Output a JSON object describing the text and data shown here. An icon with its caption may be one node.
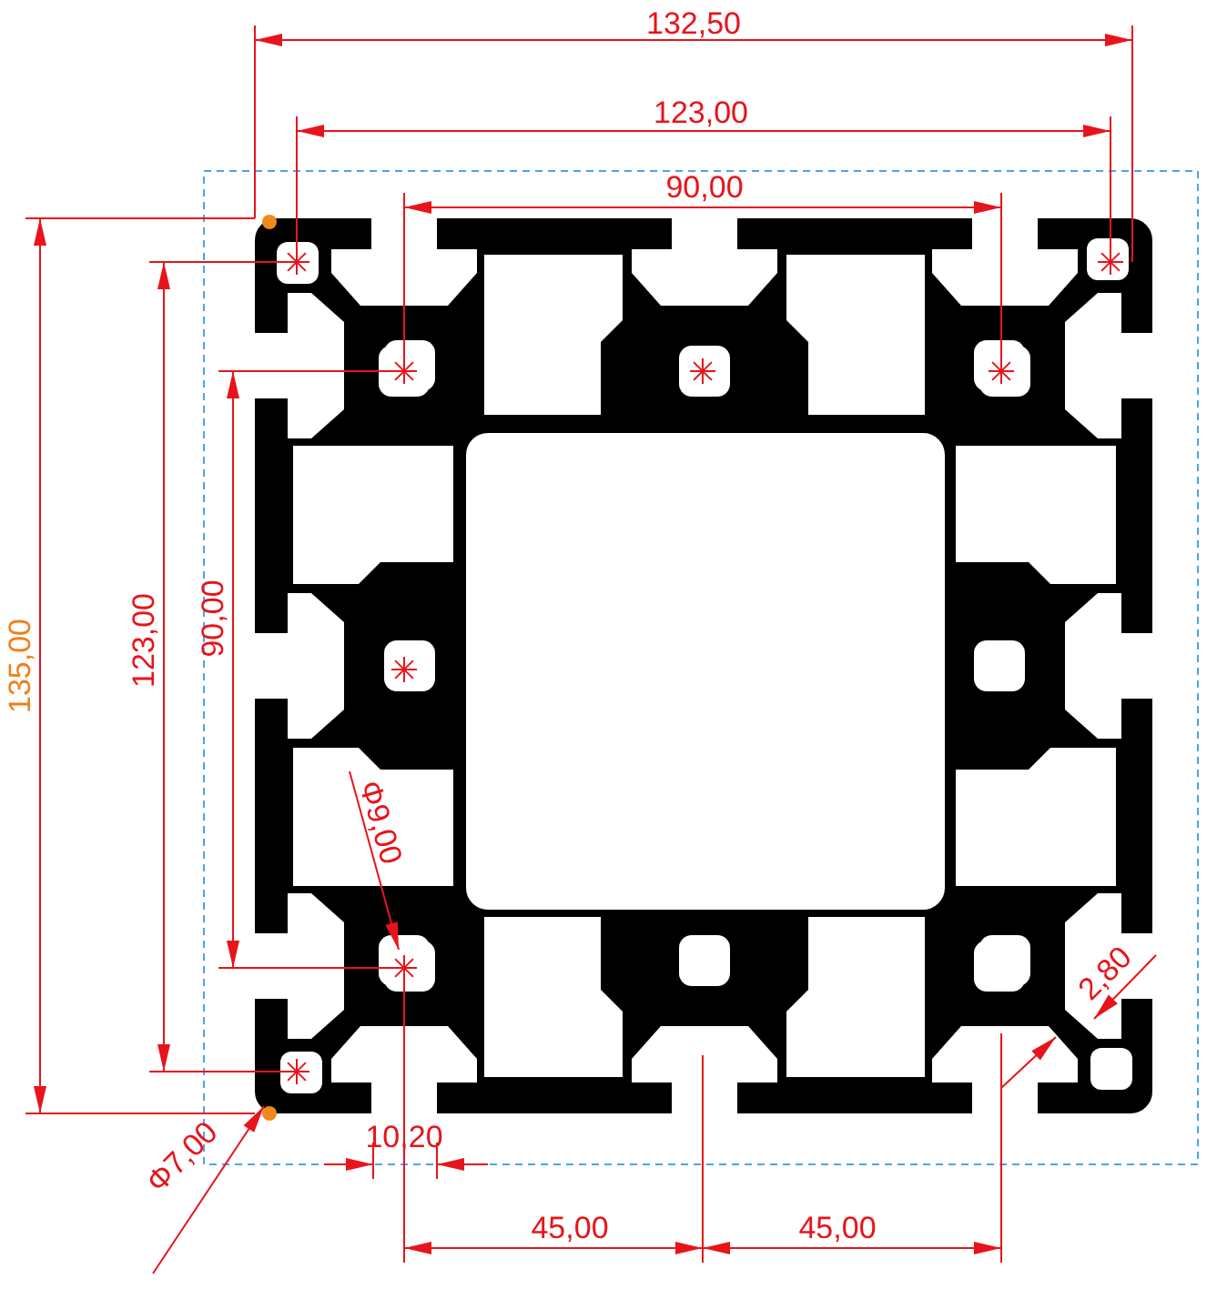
{
  "diagram": {
    "labels": [
      "132,50",
      "123,00",
      "90,00",
      "135,00",
      "123,00",
      "90,00",
      "Φ9,00",
      "2,80",
      "Φ7,00",
      "10,20",
      "45,00",
      "45,00"
    ]
  }
}
